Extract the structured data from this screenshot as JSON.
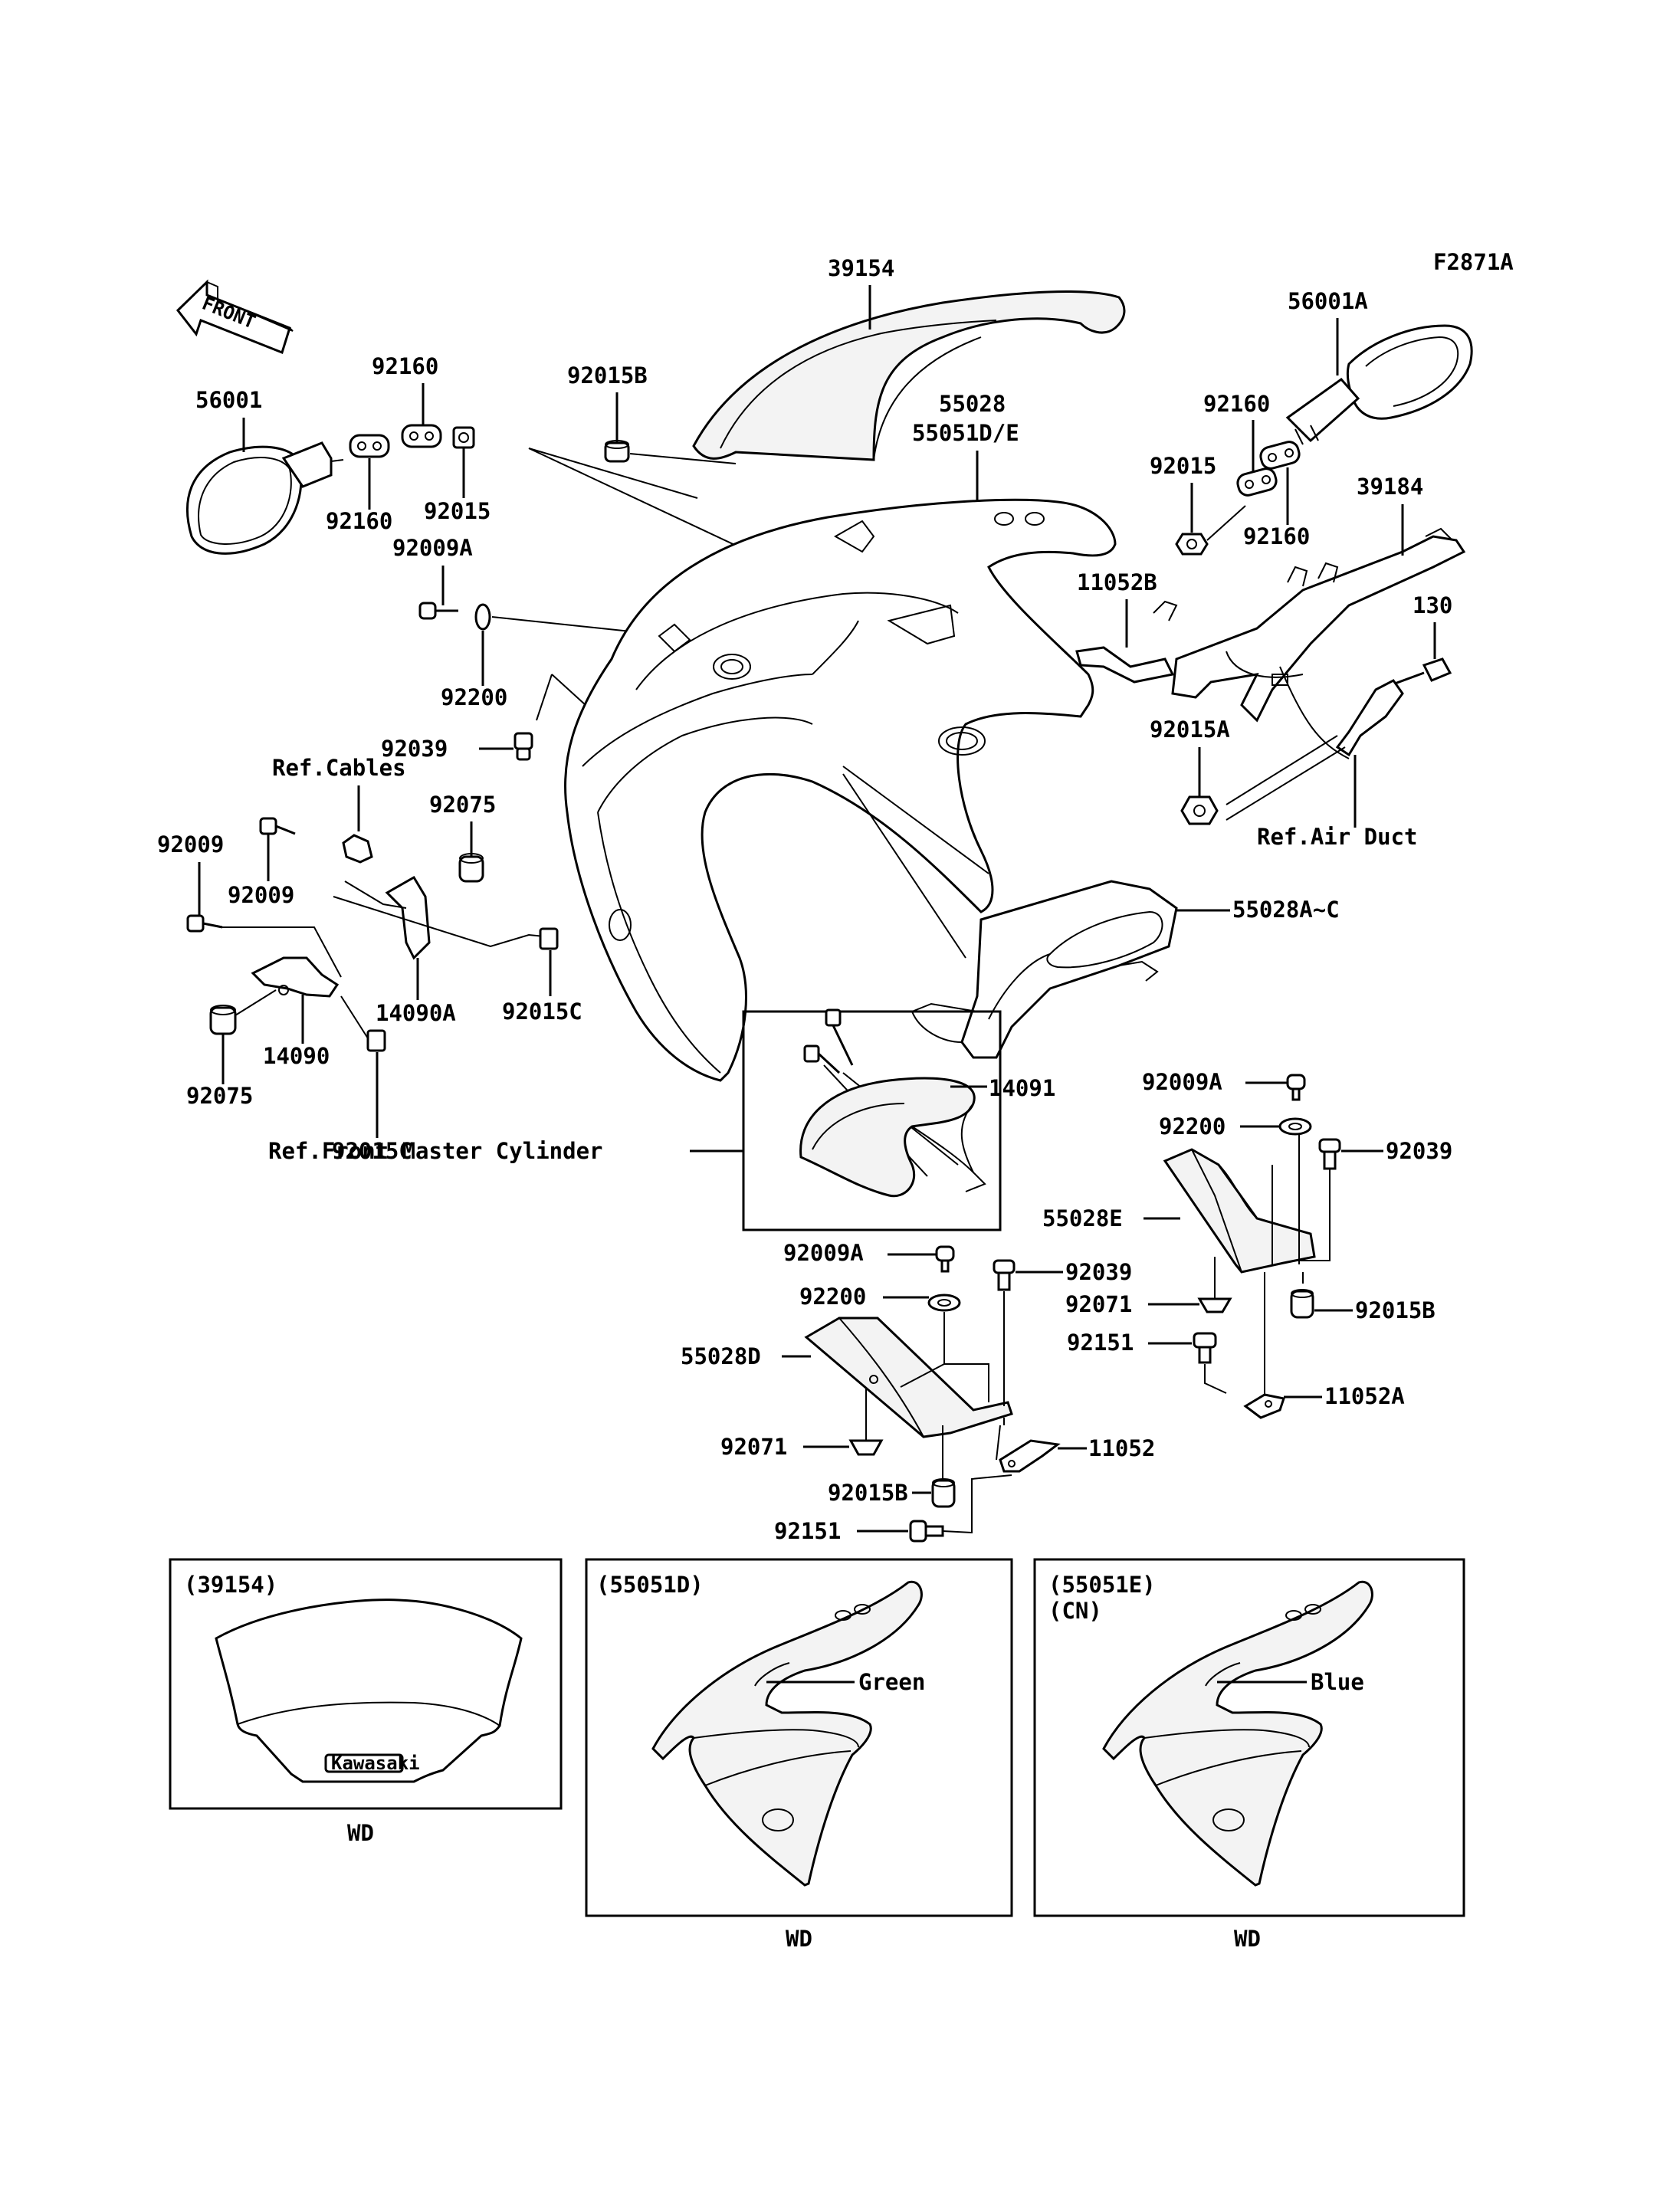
{
  "figure_code": "F2871A",
  "front_arrow": "FRONT",
  "labels": {
    "windshield": "39154",
    "mirror_left": "56001",
    "mirror_right": "56001A",
    "w92160_a": "92160",
    "w92160_b": "92160",
    "w92160_c": "92160",
    "w92160_d": "92160",
    "nut92015_l": "92015",
    "nut92015_r": "92015",
    "grommet92015B_top": "92015B",
    "screw92009A_top": "92009A",
    "washer92200_top": "92200",
    "rivet92039_top": "92039",
    "cowl_upper_1": "55028",
    "cowl_upper_2": "55051D/E",
    "stay39184": "39184",
    "bracket11052B": "11052B",
    "bolt130": "130",
    "nut92015A": "92015A",
    "ref_air_duct": "Ref.Air Duct",
    "ref_cables": "Ref.Cables",
    "grommet92075_top": "92075",
    "bolt92009_a": "92009",
    "bolt92009_b": "92009",
    "bracket14090A": "14090A",
    "clip92015C_a": "92015C",
    "bracket14090": "14090",
    "grommet92075_bot": "92075",
    "clip92015C_b": "92015C",
    "ref_front_master": "Ref.Front Master Cylinder",
    "duct55028AC": "55028A~C",
    "cover14091": "14091",
    "screw92009A_r": "92009A",
    "washer92200_r": "92200",
    "rivet92039_r": "92039",
    "panel55028E": "55028E",
    "screw92071_r": "92071",
    "grommet92015B_r": "92015B",
    "bolt92151_r": "92151",
    "bracket11052A": "11052A",
    "screw92009A_m": "92009A",
    "rivet92039_m": "92039",
    "washer92200_m": "92200",
    "panel55028D": "55028D",
    "screw92071_m": "92071",
    "bracket11052": "11052",
    "grommet92015B_m": "92015B",
    "bolt92151_m": "92151"
  },
  "insets": [
    {
      "code": "(39154)",
      "caption": "WD",
      "brand": "Kawasaki"
    },
    {
      "code": "(55051D)",
      "color_label": "Green",
      "caption": "WD"
    },
    {
      "code": "(55051E)",
      "sub": "(CN)",
      "color_label": "Blue",
      "caption": "WD"
    }
  ]
}
